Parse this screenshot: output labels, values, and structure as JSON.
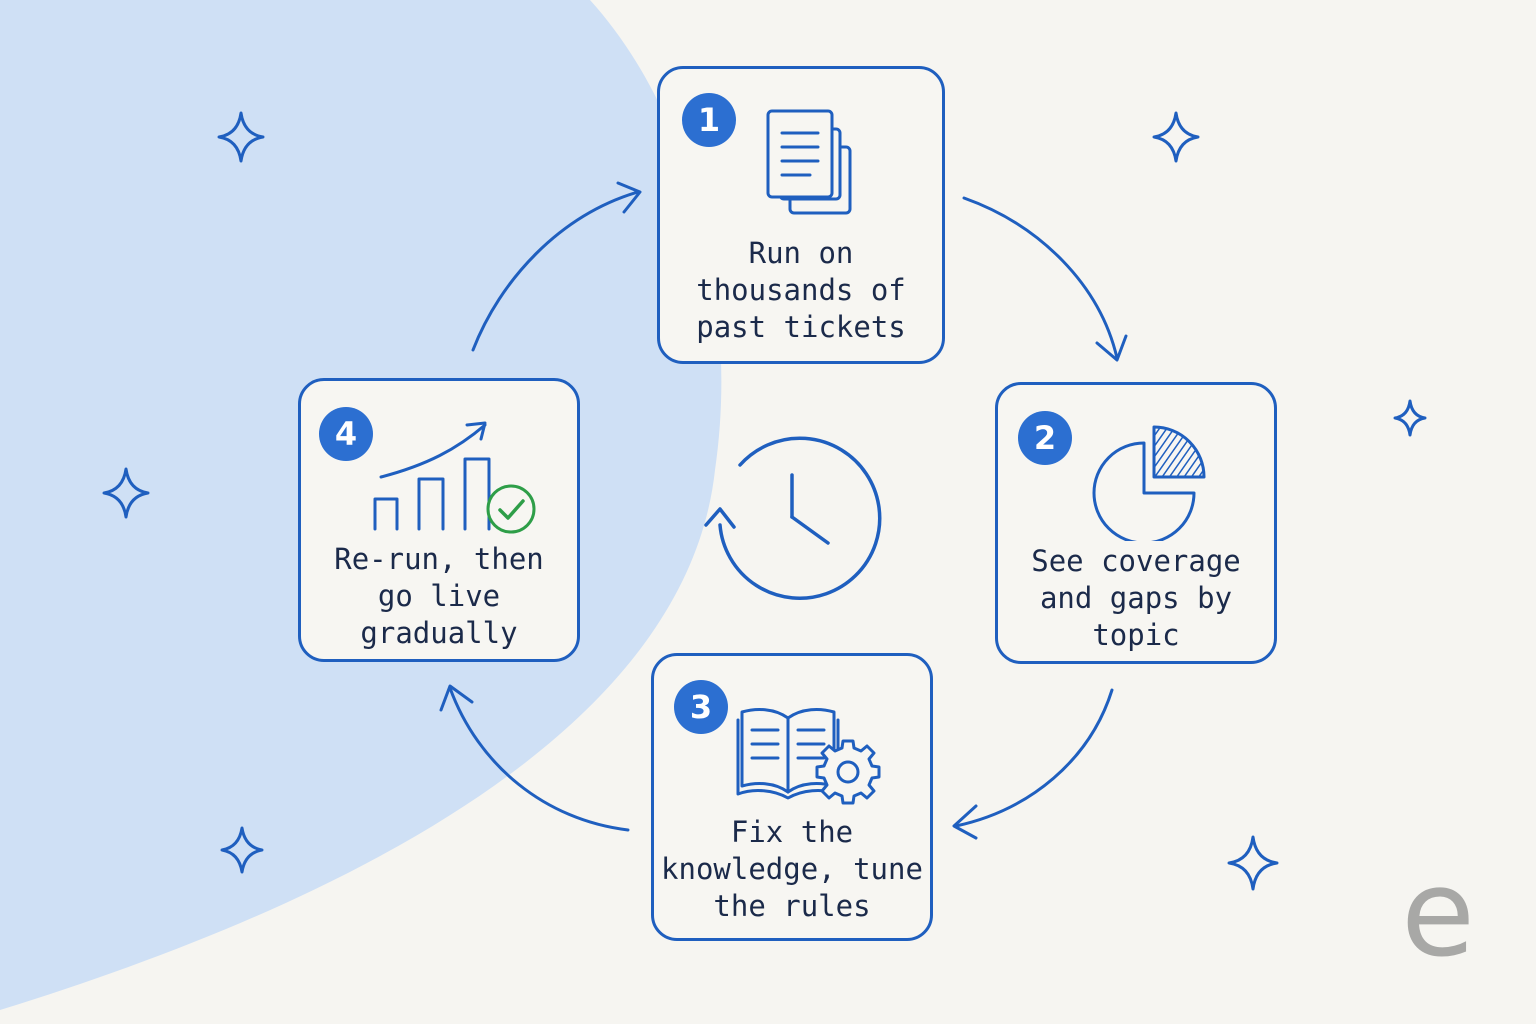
{
  "steps": [
    {
      "number": "1",
      "label": "Run on\nthousands of\npast tickets",
      "icon": "documents-icon"
    },
    {
      "number": "2",
      "label": "See coverage\nand gaps by\ntopic",
      "icon": "pie-chart-icon"
    },
    {
      "number": "3",
      "label": "Fix the\nknowledge, tune\nthe rules",
      "icon": "book-gear-icon"
    },
    {
      "number": "4",
      "label": "Re-run, then\ngo live\ngradually",
      "icon": "growth-chart-check-icon"
    }
  ],
  "center_icon": "clock-refresh-icon",
  "logo": "e",
  "colors": {
    "accent": "#1f5fbf",
    "badge": "#2c6fd1",
    "background": "#f6f5f1",
    "blob": "#cfe0f5",
    "check": "#2e9e48",
    "logo": "#a8a8a6"
  }
}
